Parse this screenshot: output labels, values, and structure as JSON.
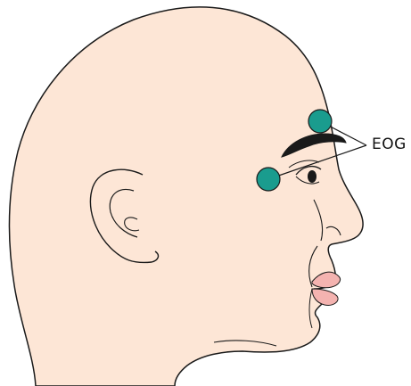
{
  "diagram": {
    "label": "EOG",
    "colors": {
      "skin": "#fde6d6",
      "outline": "#1a1a1a",
      "electrode": "#1a9c8e",
      "lips": "#f4b3b0",
      "eyebrow": "#1a1a1a"
    },
    "electrodes": [
      {
        "name": "upper-electrode"
      },
      {
        "name": "lateral-electrode"
      }
    ]
  }
}
